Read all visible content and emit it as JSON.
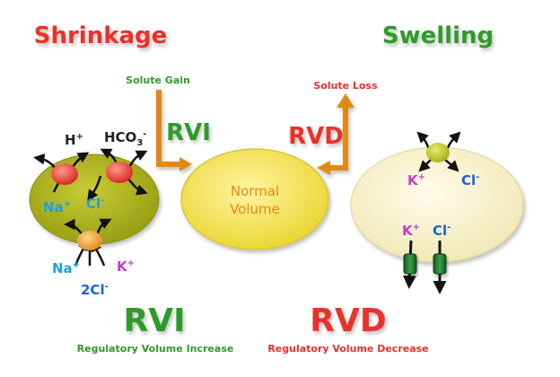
{
  "headings": {
    "shrinkage": "Shrinkage",
    "swelling": "Swelling"
  },
  "solute": {
    "gain": "Solute Gain",
    "loss": "Solute Loss"
  },
  "center": {
    "line1": "Normal",
    "line2": "Volume"
  },
  "mid_labels": {
    "rvi": "RVI",
    "rvd": "RVD"
  },
  "left_cell": {
    "h_base": "H",
    "h_sup": "+",
    "hco3_base": "HCO",
    "hco3_sub": "3",
    "hco3_sup": "-",
    "na_in_base": "Na",
    "na_in_sup": "+",
    "cl_in_base": "Cl",
    "cl_in_sup": "-",
    "na_out_base": "Na",
    "na_out_sup": "+",
    "k_out_base": "K",
    "k_out_sup": "+",
    "cl2": "2Cl",
    "cl2_sup": "-"
  },
  "right_cell": {
    "k_top_base": "K",
    "k_top_sup": "+",
    "cl_top_base": "Cl",
    "cl_top_sup": "-",
    "k_ch_base": "K",
    "k_ch_sup": "+",
    "cl_ch_base": "Cl",
    "cl_ch_sup": "-"
  },
  "bottom": {
    "rvi": "RVI",
    "rvi_full": "Regulatory Volume Increase",
    "rvd": "RVD",
    "rvd_full": "Regulatory Volume Decrease"
  },
  "colors": {
    "red": "#e8302a",
    "green": "#2f9a2c",
    "orange": "#e08a16",
    "center_fill": "#f3e25a",
    "left_cell_fill": "#a9ae1a",
    "right_cell_fill": "#fbf5cf"
  }
}
